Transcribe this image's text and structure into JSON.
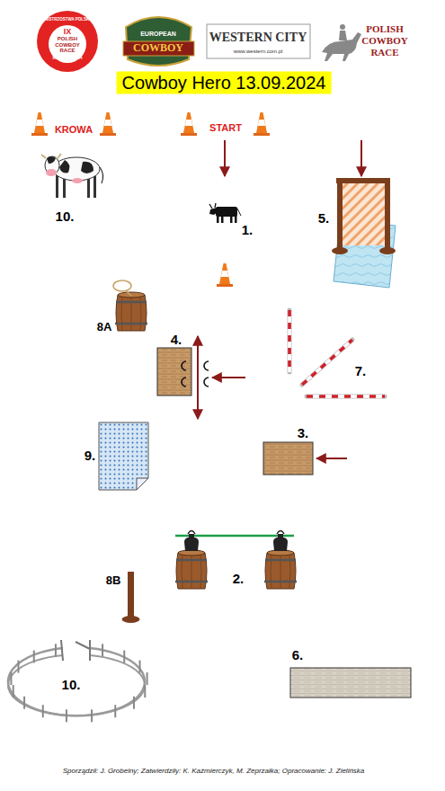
{
  "diagram": {
    "title": "Cowboy Hero 13.09.2024",
    "caption": "Sporządził: J. Grobelny; Zatwierdziły: K. Kaźmierczyk, M. Zeprzałka; Opracowanie: J. Zielińska",
    "labels": [
      "MISTRZOSTWA POLSKI",
      "IX",
      "POLISH COWBOY RACE",
      "KARPACZ 2024",
      "EUROPEAN",
      "COWBOY",
      "WESTERN CITY",
      "www.western.com.pl",
      "POLISH",
      "COWBOY",
      "RACE",
      "KROWA",
      "START",
      "10.",
      "1.",
      "5.",
      "8A",
      "4.",
      "7.",
      "9.",
      "3.",
      "2.",
      "8B",
      "10.",
      "6."
    ]
  }
}
